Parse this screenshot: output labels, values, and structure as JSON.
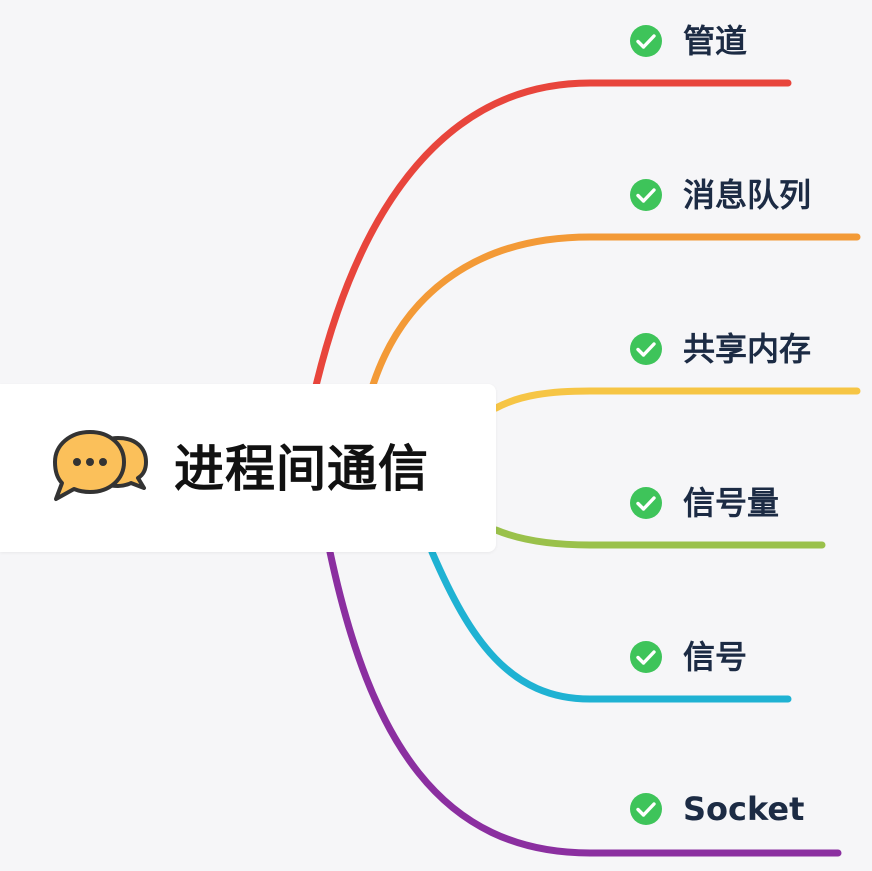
{
  "root": {
    "title": "进程间通信",
    "icon": "chat-bubbles-icon"
  },
  "branches": [
    {
      "label": "管道",
      "color": "#e8453c",
      "icon": "check-circle-icon"
    },
    {
      "label": "消息队列",
      "color": "#f39a37",
      "icon": "check-circle-icon"
    },
    {
      "label": "共享内存",
      "color": "#f6c545",
      "icon": "check-circle-icon"
    },
    {
      "label": "信号量",
      "color": "#9ac14b",
      "icon": "check-circle-icon"
    },
    {
      "label": "信号",
      "color": "#1fb2d3",
      "icon": "check-circle-icon"
    },
    {
      "label": "Socket",
      "color": "#8b2fa0",
      "icon": "check-circle-icon"
    }
  ],
  "colors": {
    "check": "#3ec45a",
    "icon_fill": "#fbc05a",
    "icon_outline": "#333333"
  }
}
